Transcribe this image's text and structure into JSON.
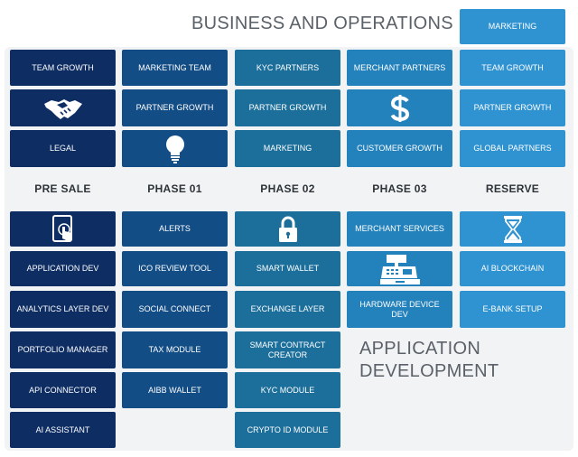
{
  "titles": {
    "business": "BUSINESS AND OPERATIONS",
    "application_line1": "APPLICATION",
    "application_line2": "DEVELOPMENT"
  },
  "columns": [
    "PRE SALE",
    "PHASE 01",
    "PHASE 02",
    "PHASE 03",
    "RESERVE"
  ],
  "business": {
    "top_marketing": "MARKETING",
    "col1": [
      "TEAM GROWTH",
      "",
      "LEGAL"
    ],
    "col2": [
      "MARKETING TEAM",
      "PARTNER GROWTH",
      ""
    ],
    "col3": [
      "KYC PARTNERS",
      "PARTNER GROWTH",
      "MARKETING"
    ],
    "col4": [
      "MERCHANT PARTNERS",
      "",
      "CUSTOMER GROWTH"
    ],
    "col5": [
      "TEAM GROWTH",
      "PARTNER GROWTH",
      "GLOBAL PARTNERS"
    ]
  },
  "app": {
    "presale": [
      "",
      "APPLICATION DEV",
      "ANALYTICS LAYER DEV",
      "PORTFOLIO MANAGER",
      "API CONNECTOR",
      "AI ASSISTANT"
    ],
    "phase01": [
      "ALERTS",
      "ICO REVIEW TOOL",
      "SOCIAL CONNECT",
      "TAX MODULE",
      "AIBB WALLET"
    ],
    "phase02": [
      "",
      "SMART WALLET",
      "EXCHANGE LAYER",
      "SMART CONTRACT CREATOR",
      "KYC MODULE",
      "CRYPTO ID MODULE"
    ],
    "phase03": [
      "MERCHANT SERVICES",
      "",
      "HARDWARE DEVICE DEV"
    ],
    "reserve": [
      "",
      "Ai BLOCKCHAIN",
      "E-BANK SETUP"
    ]
  },
  "icons": [
    "handshake-icon",
    "lightbulb-icon",
    "dollar-icon",
    "tablet-touch-icon",
    "padlock-icon",
    "cash-register-icon",
    "hourglass-icon"
  ],
  "colors": {
    "navy": "#0d2d63",
    "blue": "#134d85",
    "teal": "#1c6f9b",
    "mid": "#2381bb",
    "light": "#2f92d1"
  }
}
